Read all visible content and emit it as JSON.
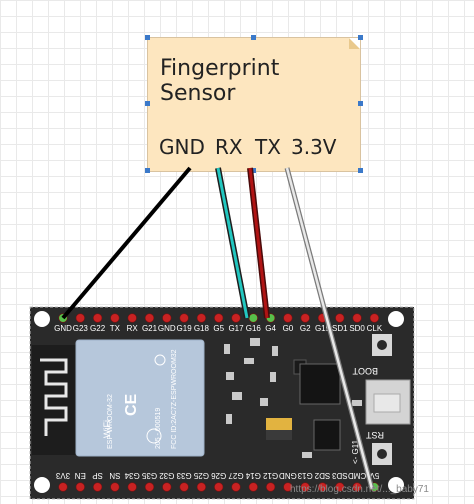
{
  "sensor": {
    "title": "Fingerprint Sensor",
    "pins": [
      "GND",
      "RX",
      "TX",
      "3.3V"
    ]
  },
  "board": {
    "top_pin_labels": [
      "GND",
      "G23",
      "G22",
      "TX",
      "RX",
      "G21",
      "GND",
      "G19",
      "G18",
      "G5",
      "G17",
      "G16",
      "G4",
      "G0",
      "G2",
      "G15",
      "SD1",
      "SD0",
      "CLK"
    ],
    "bottom_pin_labels": [
      "3V3",
      "EN",
      "SP",
      "SN",
      "G34",
      "G35",
      "G32",
      "G33",
      "G25",
      "G26",
      "G27",
      "G14",
      "G12",
      "GND",
      "G13",
      "SD2",
      "SD3",
      "CMD",
      "5V"
    ],
    "module_text": [
      "ESP-WROOM-32",
      "ESP32-DOWDQ6",
      "205 - 000519",
      "FCC ID:2AC7Z-ESPWROOM32"
    ],
    "boot_label": "BOOT",
    "rst_label": "RST",
    "g11_label": "<- G11",
    "ce_mark": "CE",
    "wifi_mark": "WiFi"
  },
  "watermark": "https://blog.csdn.net/..._baby71",
  "colors": {
    "board": "#2a2a2a",
    "module": "#b6c7db",
    "wire_gnd": "#000000",
    "wire_rx": "#22c7c0",
    "wire_tx": "#b01414",
    "wire_vcc": "#c8c8c8",
    "pin_green": "#58c04a",
    "pin_red": "#c82222",
    "sticky": "#fde6bf"
  }
}
